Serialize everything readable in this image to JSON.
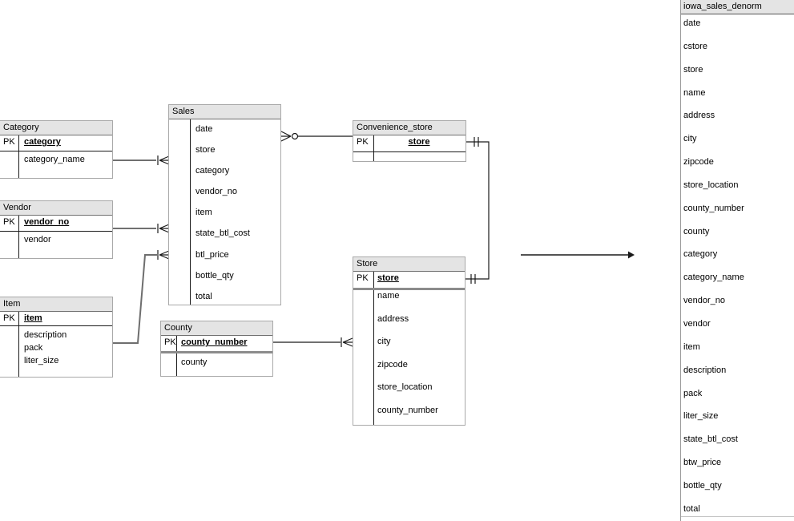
{
  "erd": {
    "tables": [
      {
        "id": "category",
        "title": "Category",
        "pk_label": "PK",
        "pk_fields": [
          "category"
        ],
        "fields": [
          "category_name"
        ]
      },
      {
        "id": "vendor",
        "title": "Vendor",
        "pk_label": "PK",
        "pk_fields": [
          "vendor_no"
        ],
        "fields": [
          "vendor"
        ]
      },
      {
        "id": "item",
        "title": "Item",
        "pk_label": "PK",
        "pk_fields": [
          "item"
        ],
        "fields": [
          "description",
          "pack",
          "liter_size"
        ]
      },
      {
        "id": "sales",
        "title": "Sales",
        "pk_label": "",
        "pk_fields": [],
        "fields": [
          "date",
          "store",
          "category",
          "vendor_no",
          "item",
          "state_btl_cost",
          "btl_price",
          "bottle_qty",
          "total"
        ]
      },
      {
        "id": "convenience_store",
        "title": "Convenience_store",
        "pk_label": "PK",
        "pk_fields": [
          "store"
        ],
        "fields": []
      },
      {
        "id": "store",
        "title": "Store",
        "pk_label": "PK",
        "pk_fields": [
          "store"
        ],
        "fields": [
          "name",
          "address",
          "city",
          "zipcode",
          "store_location",
          "county_number"
        ]
      },
      {
        "id": "county",
        "title": "County",
        "pk_label": "PK",
        "pk_fields": [
          "county_number"
        ],
        "fields": [
          "county"
        ]
      }
    ],
    "relationships": [
      {
        "from": "Category",
        "to": "Sales",
        "cardinality": "one-to-many"
      },
      {
        "from": "Vendor",
        "to": "Sales",
        "cardinality": "one-to-many"
      },
      {
        "from": "Item",
        "to": "Sales",
        "cardinality": "one-to-many"
      },
      {
        "from": "Sales",
        "to": "Convenience_store",
        "cardinality": "zero-or-many-to-one"
      },
      {
        "from": "Convenience_store",
        "to": "Store",
        "cardinality": "one-to-one"
      },
      {
        "from": "County",
        "to": "Store",
        "cardinality": "one-to-many"
      }
    ]
  },
  "denorm": {
    "title": "iowa_sales_denorm",
    "fields": [
      "date",
      "cstore",
      "store",
      "name",
      "address",
      "city",
      "zipcode",
      "store_location",
      "county_number",
      "county",
      "category",
      "category_name",
      "vendor_no",
      "vendor",
      "item",
      "description",
      "pack",
      "liter_size",
      "state_btl_cost",
      "btw_price",
      "bottle_qty",
      "total"
    ]
  },
  "colors": {
    "table_header_bg": "#e4e4e4",
    "table_border": "#a9a9a9",
    "line": "#1a1a1a",
    "thick_divider": "#8c8c8c",
    "gray_line": "#6e6e6e"
  }
}
